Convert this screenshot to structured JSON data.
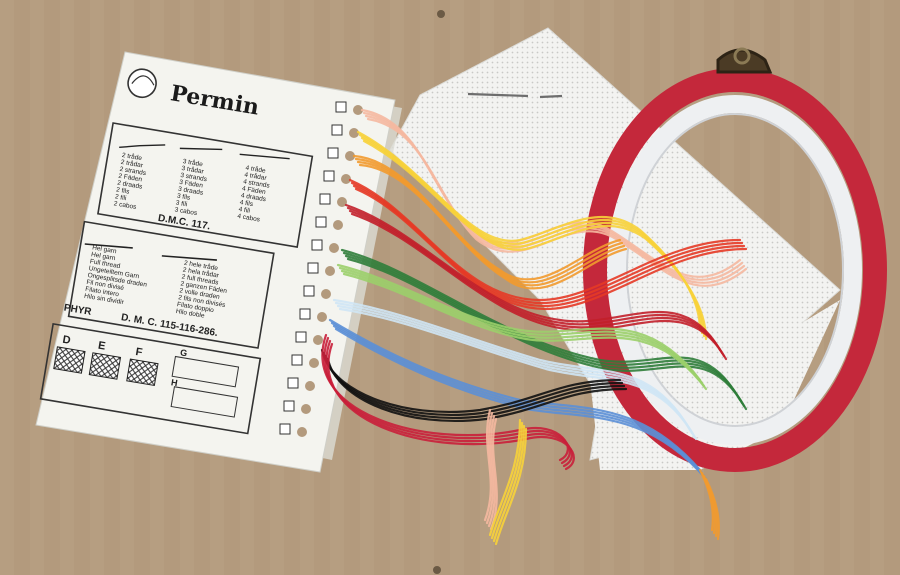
{
  "brand": "Permin",
  "card": {
    "panel1": {
      "col1": [
        "2 tråde",
        "2 trådar",
        "2 strands",
        "2 Fäden",
        "2 draads",
        "2 fils",
        "2 fili",
        "2 cabos"
      ],
      "col2": [
        "3 tråde",
        "3 trådar",
        "3 strands",
        "3 Fäden",
        "3 draads",
        "3 fils",
        "3 fili",
        "3 cabos"
      ],
      "col3": [
        "4 tråde",
        "4 trådar",
        "4 strands",
        "4 Fäden",
        "4 draads",
        "4 fils",
        "4 fili",
        "4 cabos"
      ],
      "label": "D.M.C. 117."
    },
    "panel2": {
      "col1": [
        "Hel garn",
        "Hel garn",
        "Full thread",
        "Ungeteiltem Garn",
        "Ongesplitsde draden",
        "Fil non divisé",
        "Filato intero",
        "Hilo sin dividir"
      ],
      "col2": [
        "2 hele tråde",
        "2 hela trådar",
        "2 full threads",
        "2 ganzen Fäden",
        "2 volle draden",
        "2 fils non divisés",
        "Filato doppio",
        "Hilo doble"
      ],
      "prefix": "PHYR",
      "label": "D. M. C. 115-116-286."
    },
    "panel3": {
      "letters": [
        "D",
        "E",
        "F",
        "G",
        "H"
      ]
    }
  },
  "colors": {
    "cardboard": "#b39a7d",
    "hoop": "#c4283b",
    "hoop_inner": "#eef0f2",
    "aida": "#f2f2f0"
  },
  "threads": [
    "#f5b8a0",
    "#f7d23a",
    "#f29a2e",
    "#e53a26",
    "#c21f2a",
    "#2f7d3a",
    "#9bcf6a",
    "#cfe6f5",
    "#5b8fd6",
    "#111111",
    "#c91f3a"
  ]
}
